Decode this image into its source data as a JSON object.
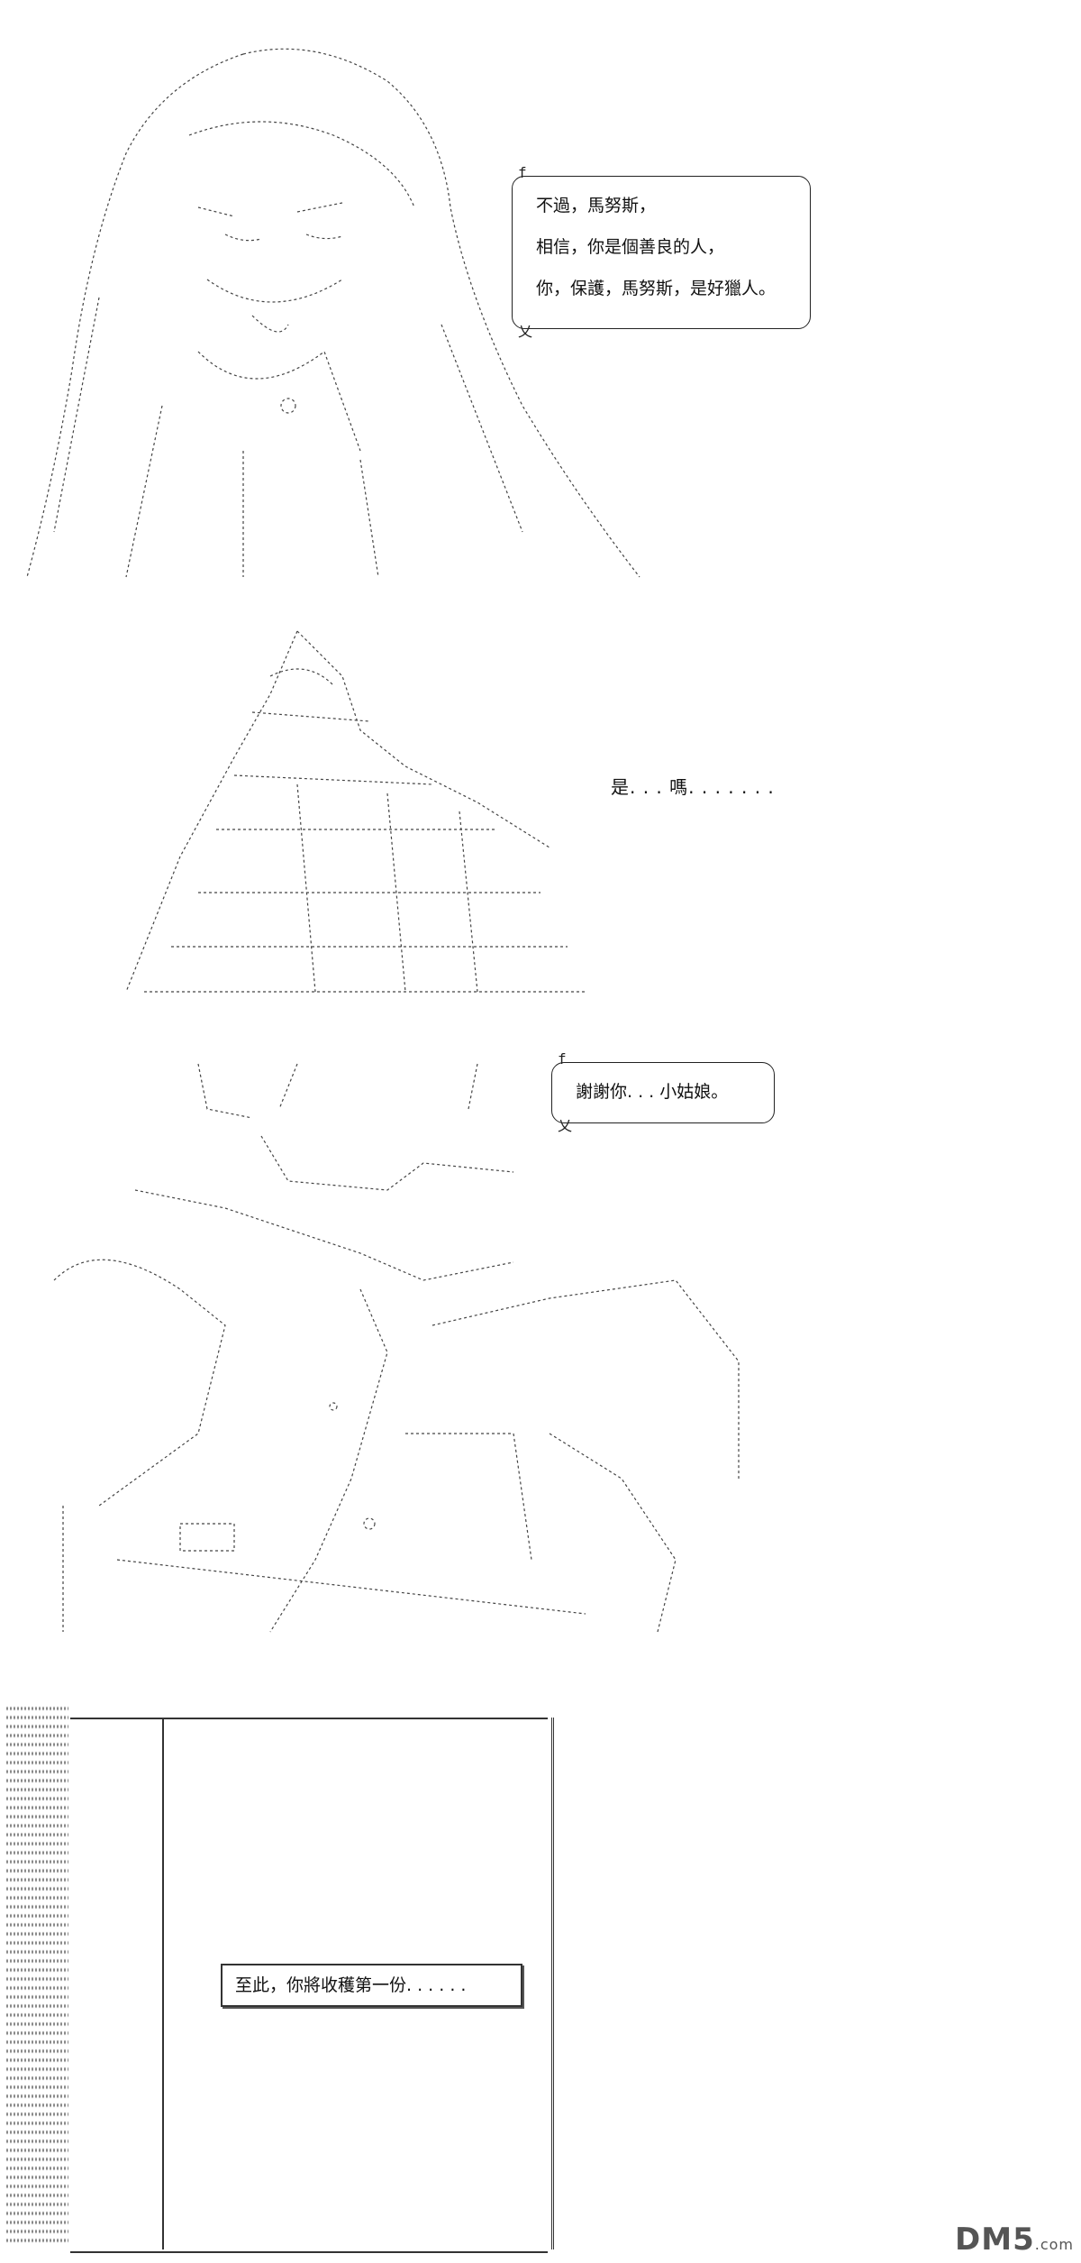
{
  "panel1": {
    "bubble_lines": [
      "不過，馬努斯，",
      "相信，你是個善良的人，",
      "你，保護，馬努斯，是好獵人。"
    ]
  },
  "panel2": {
    "text": "是. . . 嗎. . . . . . ."
  },
  "panel3": {
    "bubble_text": "謝謝你. . . 小姑娘。"
  },
  "panel4": {
    "narration": "至此，你將收穫第一份. . . . . ."
  },
  "watermark": {
    "brand": "DM5",
    "suffix": ".com"
  }
}
